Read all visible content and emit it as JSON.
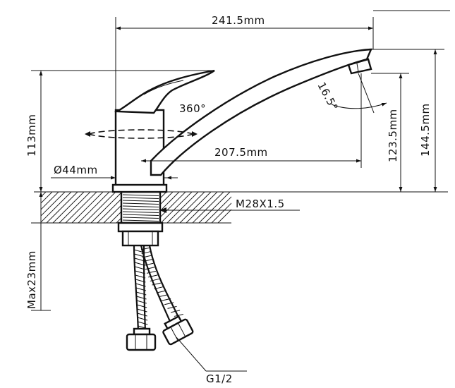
{
  "labels": {
    "total_reach": "241.5mm",
    "spout_reach": "207.5mm",
    "lever_height": "113mm",
    "spout_height": "123.5mm",
    "total_height": "144.5mm",
    "base_diameter": "Ø44mm",
    "rotation": "360°",
    "spout_angle": "16.5°",
    "thread": "M28X1.5",
    "max_thickness": "Max23mm",
    "hose_connection": "G1/2"
  },
  "colors": {
    "line": "#111111",
    "background": "#ffffff"
  }
}
